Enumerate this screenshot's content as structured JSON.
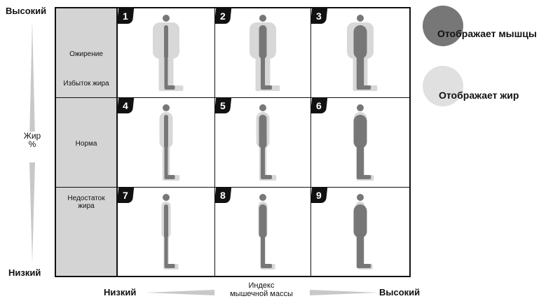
{
  "y_axis": {
    "high": "Высокий",
    "low": "Низкий",
    "label_line1": "Жир",
    "label_line2": "%"
  },
  "x_axis": {
    "low": "Низкий",
    "high": "Высокий",
    "label_line1": "Индекс",
    "label_line2": "мышечной массы"
  },
  "categories": {
    "obesity": "Ожирение",
    "excess_fat": "Избыток жира",
    "normal": "Норма",
    "underfat_line1": "Недостаток",
    "underfat_line2": "жира"
  },
  "cells": [
    {
      "number": "1",
      "muscle": 1,
      "fat": 3
    },
    {
      "number": "2",
      "muscle": 2,
      "fat": 3
    },
    {
      "number": "3",
      "muscle": 3,
      "fat": 3
    },
    {
      "number": "4",
      "muscle": 1,
      "fat": 2
    },
    {
      "number": "5",
      "muscle": 2,
      "fat": 2
    },
    {
      "number": "6",
      "muscle": 3,
      "fat": 2
    },
    {
      "number": "7",
      "muscle": 1,
      "fat": 1
    },
    {
      "number": "8",
      "muscle": 2,
      "fat": 1
    },
    {
      "number": "9",
      "muscle": 3,
      "fat": 1
    }
  ],
  "legend": {
    "muscle_label": "Отображает мышцы",
    "fat_label": "Отображает жир"
  },
  "colors": {
    "muscle": "#777777",
    "fat": "#d8d8d8",
    "category_bg": "#d4d4d4"
  }
}
